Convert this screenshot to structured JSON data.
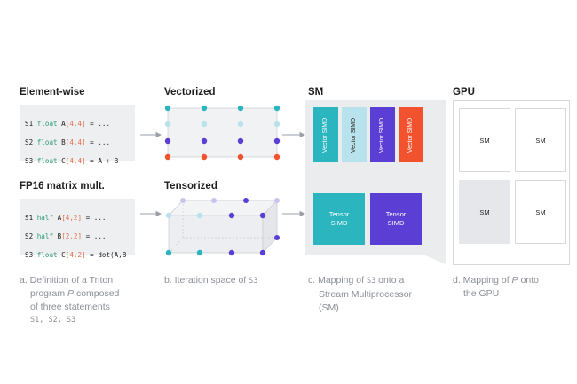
{
  "headings": {
    "element_wise": "Element-wise",
    "vectorized": "Vectorized",
    "sm": "SM",
    "gpu": "GPU",
    "fp16": "FP16 matrix mult.",
    "tensorized": "Tensorized"
  },
  "code_elementwise": [
    {
      "label": "S1",
      "type": "float",
      "var": "A",
      "dims": "[4,4]",
      "rhs": " = ..."
    },
    {
      "label": "S2",
      "type": "float",
      "var": "B",
      "dims": "[4,4]",
      "rhs": " = ..."
    },
    {
      "label": "S3",
      "type": "float",
      "var": "C",
      "dims": "[4,4]",
      "rhs": " = A + B"
    }
  ],
  "code_matmul": [
    {
      "label": "S1",
      "type": "half",
      "var": "A",
      "dims": "[4,2]",
      "rhs": " = ..."
    },
    {
      "label": "S2",
      "type": "half",
      "var": "B",
      "dims": "[2,2]",
      "rhs": " = ..."
    },
    {
      "label": "S3",
      "type": "float",
      "var": "C",
      "dims": "[4,2]",
      "rhs": " = dot(A,B"
    }
  ],
  "sm_units": {
    "vector": [
      "Vector SIMD",
      "Vector SIMD",
      "Vector SIMD",
      "Vector SIMD"
    ],
    "tensor": [
      "Tensor SIMD",
      "Tensor SIMD"
    ]
  },
  "gpu_cells": [
    "SM",
    "SM",
    "SM",
    "SM"
  ],
  "captions": {
    "a": {
      "line1": "a. Definition of a Triton",
      "line2_pre": "program ",
      "line2_var": "P",
      "line2_post": " composed",
      "line3": "of three statements",
      "line4": "S1, S2, S3"
    },
    "b": {
      "pre": "b. Iteration space of ",
      "mono": "S3"
    },
    "c": {
      "pre": "c. Mapping of ",
      "mono": "S3",
      "post": " onto a",
      "line2": "Stream Multiprocessor",
      "line3": "(SM)"
    },
    "d": {
      "pre": "d. Mapping of ",
      "var": "P",
      "post": " onto",
      "line2": "the GPU"
    }
  },
  "colors": {
    "teal": "#2bb5bf",
    "light_blue": "#b8e3ec",
    "purple": "#5b3fd4",
    "red": "#f2522e",
    "light_purple": "#c8c4ee",
    "keyword_green": "#2a9d6f",
    "bracket_orange": "#e0714a"
  }
}
